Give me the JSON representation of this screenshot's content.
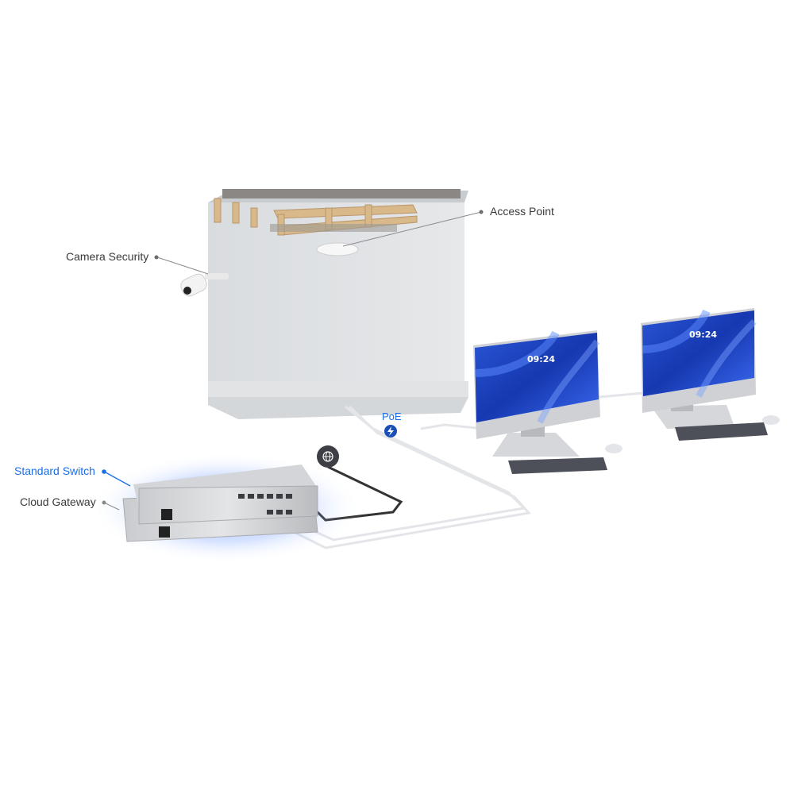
{
  "labels": {
    "camera_security": "Camera Security",
    "access_point": "Access Point",
    "standard_switch": "Standard Switch",
    "cloud_gateway": "Cloud Gateway",
    "poe": "PoE"
  },
  "monitors": [
    {
      "time": "09:24"
    },
    {
      "time": "09:24"
    }
  ],
  "icons": {
    "internet": "globe-icon",
    "poe": "lightning-icon"
  },
  "colors": {
    "highlight": "#1a6fe8",
    "label": "#3a3a3a",
    "screen": "#1a3fb8"
  }
}
